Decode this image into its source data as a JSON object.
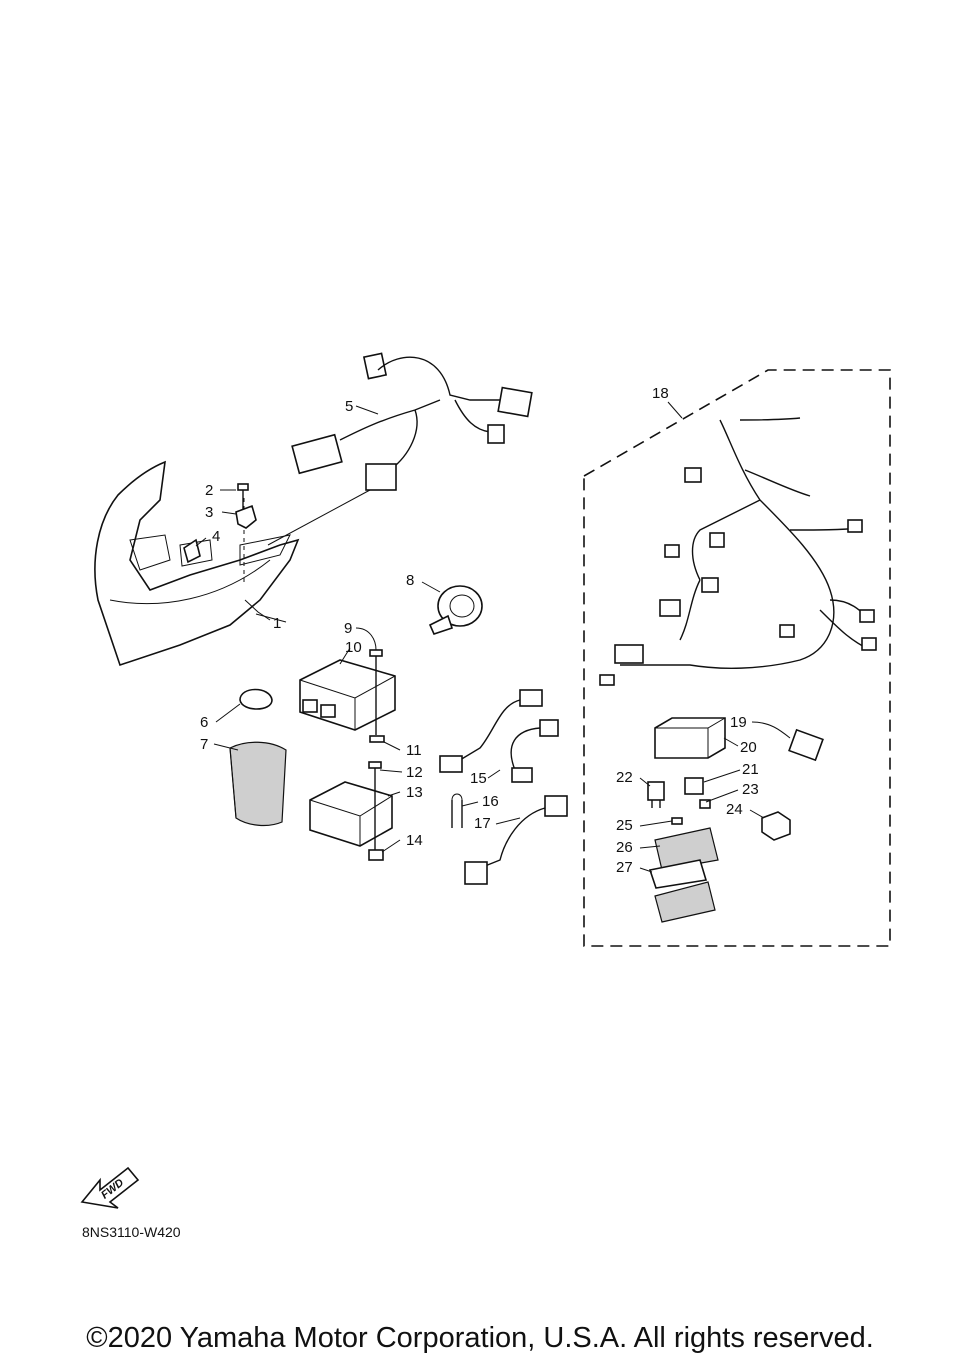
{
  "parts": [
    {
      "num": "1"
    },
    {
      "num": "2"
    },
    {
      "num": "3"
    },
    {
      "num": "4"
    },
    {
      "num": "5"
    },
    {
      "num": "6"
    },
    {
      "num": "7"
    },
    {
      "num": "8"
    },
    {
      "num": "9"
    },
    {
      "num": "10"
    },
    {
      "num": "11"
    },
    {
      "num": "12"
    },
    {
      "num": "13"
    },
    {
      "num": "14"
    },
    {
      "num": "15"
    },
    {
      "num": "16"
    },
    {
      "num": "17"
    },
    {
      "num": "18"
    },
    {
      "num": "19"
    },
    {
      "num": "20"
    },
    {
      "num": "21"
    },
    {
      "num": "22"
    },
    {
      "num": "23"
    },
    {
      "num": "24"
    },
    {
      "num": "25"
    },
    {
      "num": "26"
    },
    {
      "num": "27"
    }
  ],
  "fwd_arrow": {
    "text": "FWD"
  },
  "drawing_code": "8NS3110-W420",
  "copyright": "©2020 Yamaha Motor Corporation, U.S.A. All rights reserved."
}
